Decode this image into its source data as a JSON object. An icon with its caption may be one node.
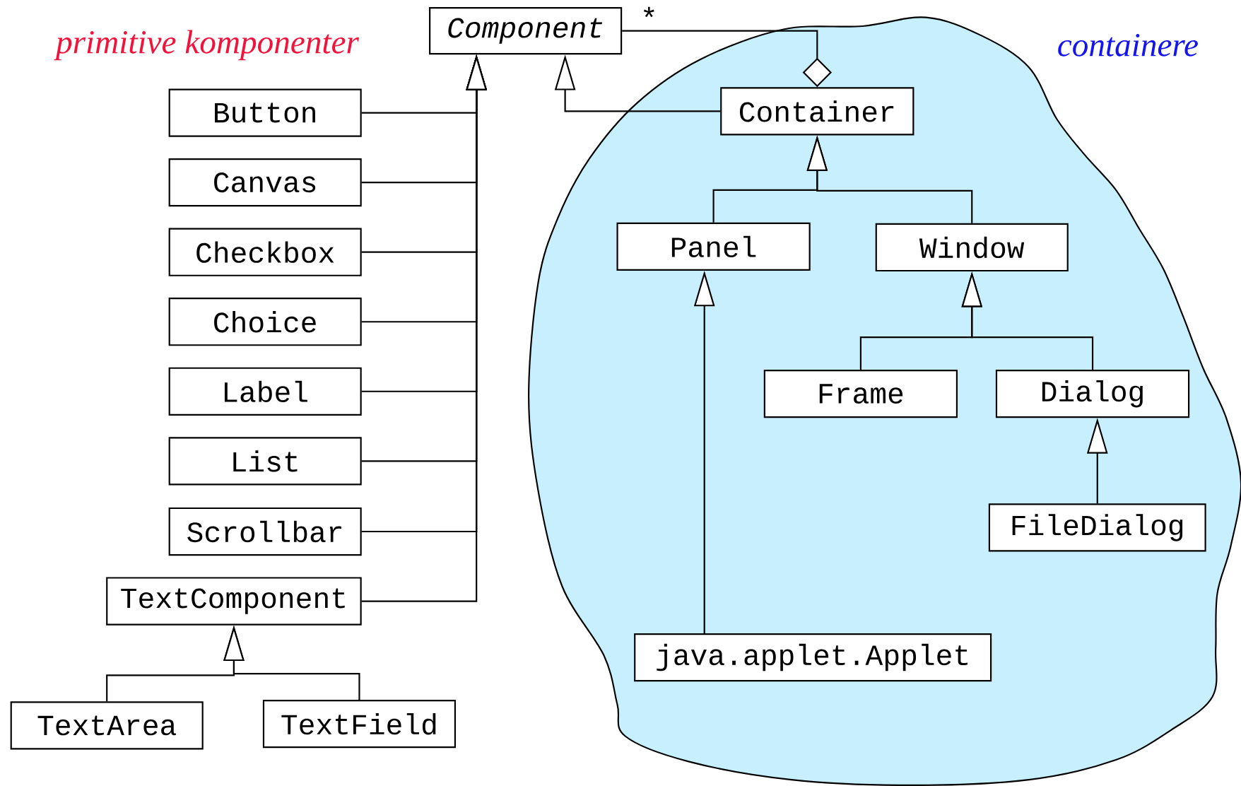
{
  "diagram": {
    "nodes": [
      {
        "text": [
          "Component"
        ]
      },
      {
        "text": [
          "Button"
        ]
      },
      {
        "text": [
          "Canvas"
        ]
      },
      {
        "text": [
          "Checkbox"
        ]
      },
      {
        "text": [
          "Choice"
        ]
      },
      {
        "text": [
          "Label"
        ]
      },
      {
        "text": [
          "List"
        ]
      },
      {
        "text": [
          "Scrollbar"
        ]
      },
      {
        "text": [
          "TextComponent"
        ]
      },
      {
        "text": [
          "TextArea"
        ]
      },
      {
        "text": [
          "TextField"
        ]
      },
      {
        "text": [
          "containere"
        ]
      },
      {
        "text": [
          "Container"
        ],
        "in": 11
      },
      {
        "text": [
          "Panel"
        ],
        "in": 11
      },
      {
        "text": [
          "Window"
        ],
        "in": 11
      },
      {
        "text": [
          "Frame"
        ],
        "in": 11
      },
      {
        "text": [
          "Dialog"
        ],
        "in": 11
      },
      {
        "text": [
          "FileDialog"
        ],
        "in": 11
      },
      {
        "text": [
          "java.applet.Applet"
        ],
        "in": 11
      }
    ],
    "edges": [
      {
        "from": 1,
        "to": 0,
        "arrow": "to"
      },
      {
        "from": 2,
        "to": 0,
        "arrow": "to"
      },
      {
        "from": 3,
        "to": 0,
        "arrow": "to"
      },
      {
        "from": 4,
        "to": 0,
        "arrow": "to"
      },
      {
        "from": 5,
        "to": 0,
        "arrow": "to"
      },
      {
        "from": 6,
        "to": 0,
        "arrow": "to"
      },
      {
        "from": 7,
        "to": 0,
        "arrow": "to"
      },
      {
        "from": 8,
        "to": 0,
        "arrow": "to"
      },
      {
        "from": 12,
        "to": 0,
        "arrow": "to"
      },
      {
        "from": 0,
        "to": 12,
        "arrow": "other",
        "label": "*"
      },
      {
        "from": 13,
        "to": 12,
        "arrow": "to"
      },
      {
        "from": 14,
        "to": 12,
        "arrow": "to"
      },
      {
        "from": 15,
        "to": 14,
        "arrow": "to"
      },
      {
        "from": 16,
        "to": 14,
        "arrow": "to"
      },
      {
        "from": 17,
        "to": 16,
        "arrow": "to"
      },
      {
        "from": 18,
        "to": 13,
        "arrow": "to"
      },
      {
        "from": 9,
        "to": 8,
        "arrow": "to"
      },
      {
        "from": 10,
        "to": 8,
        "arrow": "to"
      }
    ],
    "labels": [
      "primitive komponenter"
    ]
  }
}
